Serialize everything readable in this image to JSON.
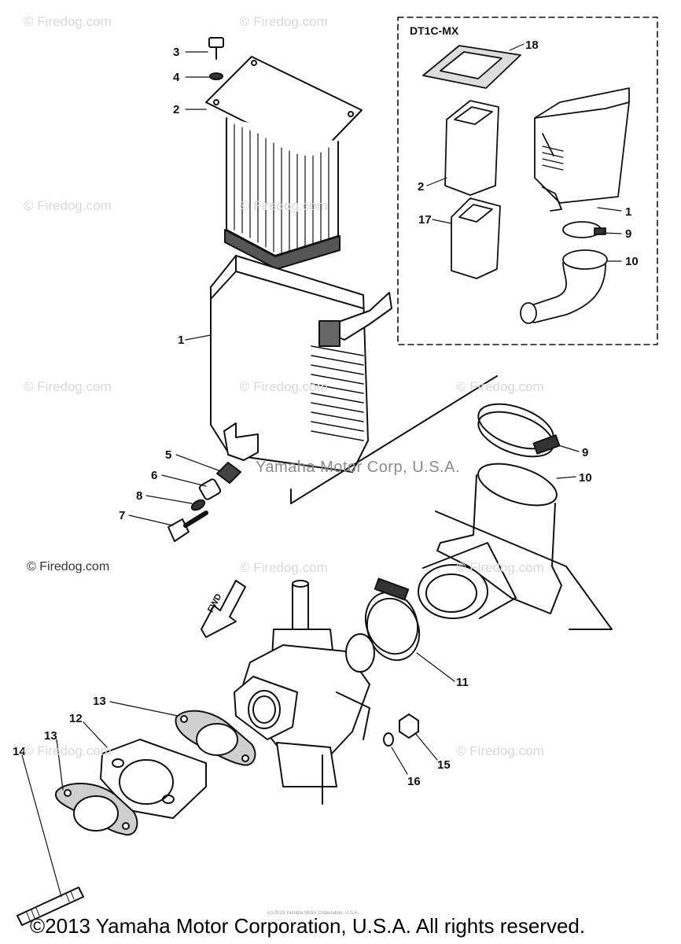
{
  "inset": {
    "title": "DT1C-MX"
  },
  "callouts": {
    "c3": "3",
    "c4": "4",
    "c2a": "2",
    "c18": "18",
    "c2b": "2",
    "c17": "17",
    "c1b": "1",
    "c9b": "9",
    "c10b": "10",
    "c1a": "1",
    "c9a": "9",
    "c10a": "10",
    "c5": "5",
    "c6": "6",
    "c8": "8",
    "c7": "7",
    "c11": "11",
    "c13a": "13",
    "c12": "12",
    "c13b": "13",
    "c14": "14",
    "c15": "15",
    "c16": "16"
  },
  "watermarks": {
    "firedog": "© Firedog.com",
    "center": "Yamaha Motor Corp, U.S.A.",
    "small_print": "(c) 2013 Yamaha Motor Corporation, U.S.A."
  },
  "fwd_arrow_label": "FWD",
  "copyright": "©2013 Yamaha Motor Corporation, U.S.A. All rights reserved."
}
